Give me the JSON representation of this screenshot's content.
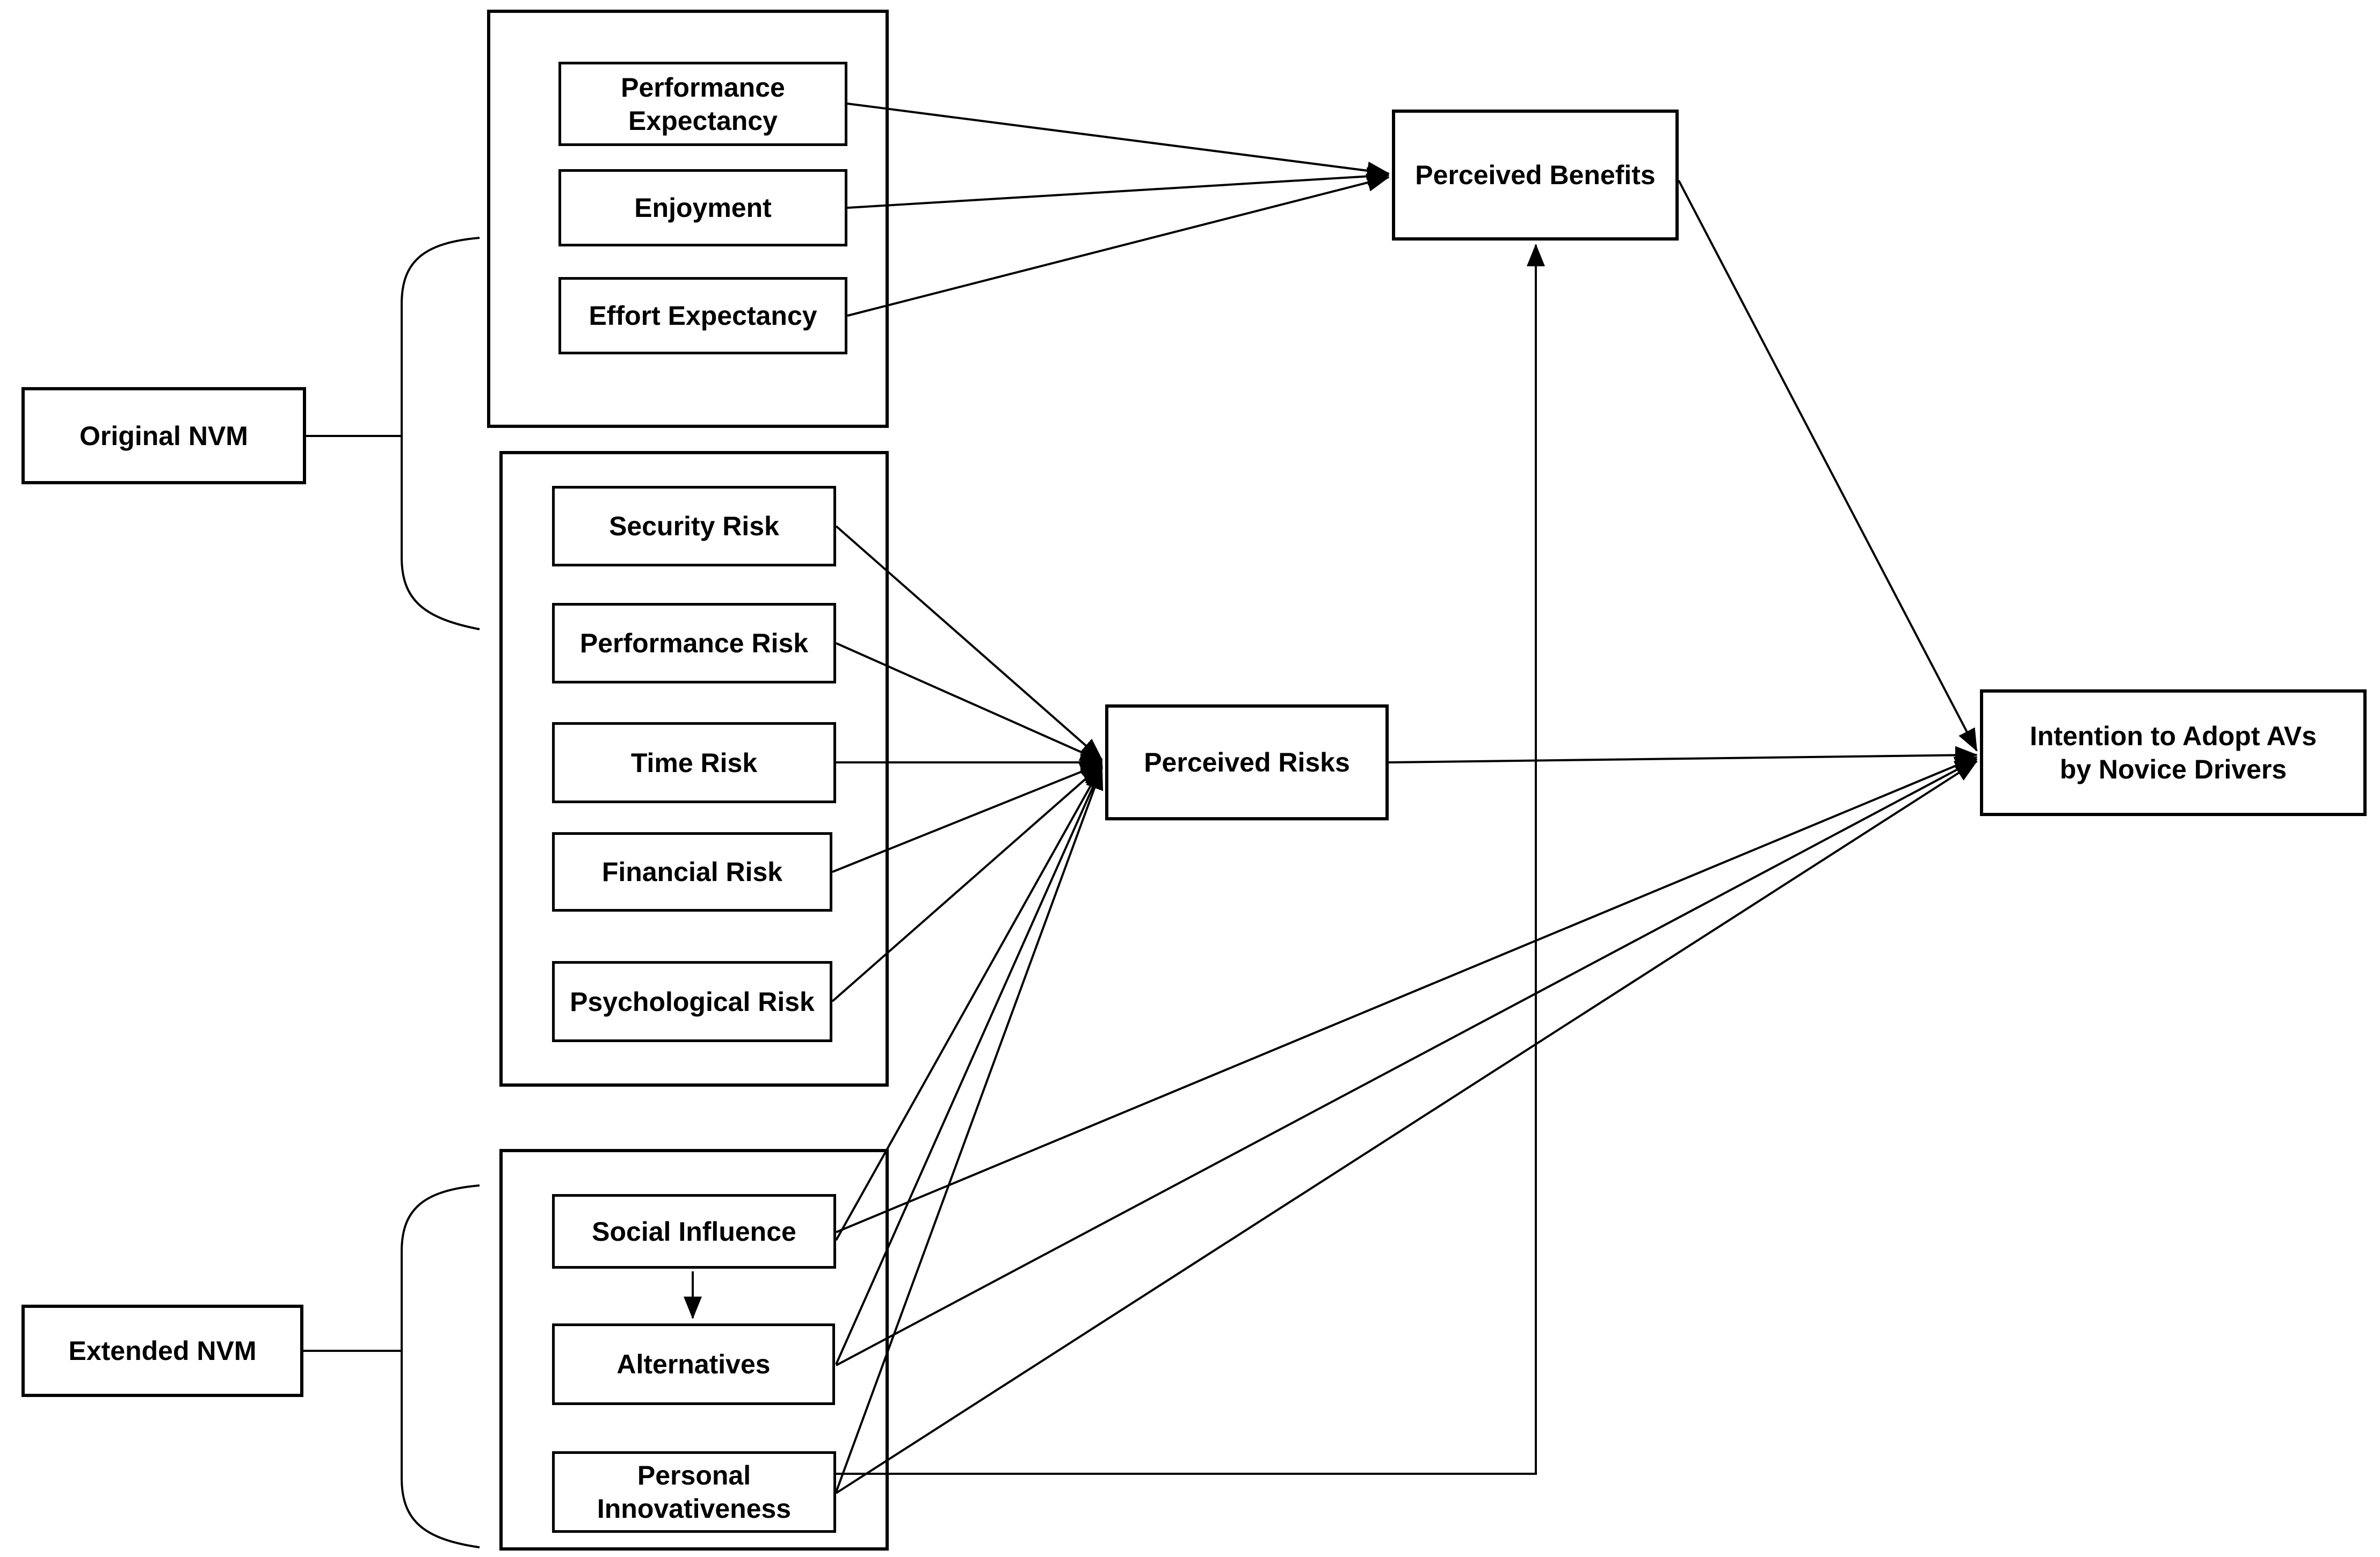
{
  "title": "Conceptual model: Extended Norm Value Model for AV adoption by novice drivers",
  "colors": {
    "line": "#000000",
    "box_border": "#000000",
    "box_fill": "#ffffff",
    "text": "#000000",
    "background": "#ffffff"
  },
  "nodes": {
    "original_nvm": {
      "lines": [
        "Original NVM"
      ]
    },
    "extended_nvm": {
      "lines": [
        "Extended NVM"
      ]
    },
    "performance_expectancy": {
      "lines": [
        "Performance",
        "Expectancy"
      ]
    },
    "enjoyment": {
      "lines": [
        "Enjoyment"
      ]
    },
    "effort_expectancy": {
      "lines": [
        "Effort Expectancy"
      ]
    },
    "security_risk": {
      "lines": [
        "Security Risk"
      ]
    },
    "performance_risk": {
      "lines": [
        "Performance Risk"
      ]
    },
    "time_risk": {
      "lines": [
        "Time Risk"
      ]
    },
    "financial_risk": {
      "lines": [
        "Financial Risk"
      ]
    },
    "psychological_risk": {
      "lines": [
        "Psychological Risk"
      ]
    },
    "social_influence": {
      "lines": [
        "Social Influence"
      ]
    },
    "alternatives": {
      "lines": [
        "Alternatives"
      ]
    },
    "personal_innovativeness": {
      "lines": [
        "Personal",
        "Innovativeness"
      ]
    },
    "perceived_benefits": {
      "lines": [
        "Perceived Benefits"
      ]
    },
    "perceived_risks": {
      "lines": [
        "Perceived Risks"
      ]
    },
    "intention": {
      "lines": [
        "Intention to Adopt AVs",
        "by Novice Drivers"
      ]
    }
  },
  "edges": [
    {
      "from": "Performance Expectancy",
      "to": "Perceived Benefits"
    },
    {
      "from": "Enjoyment",
      "to": "Perceived Benefits"
    },
    {
      "from": "Effort Expectancy",
      "to": "Perceived Benefits"
    },
    {
      "from": "Security Risk",
      "to": "Perceived Risks"
    },
    {
      "from": "Performance Risk",
      "to": "Perceived Risks"
    },
    {
      "from": "Time Risk",
      "to": "Perceived Risks"
    },
    {
      "from": "Financial Risk",
      "to": "Perceived Risks"
    },
    {
      "from": "Psychological Risk",
      "to": "Perceived Risks"
    },
    {
      "from": "Social Influence",
      "to": "Perceived Risks"
    },
    {
      "from": "Alternatives",
      "to": "Perceived Risks"
    },
    {
      "from": "Personal Innovativeness",
      "to": "Perceived Risks"
    },
    {
      "from": "Social Influence",
      "to": "Alternatives"
    },
    {
      "from": "Personal Innovativeness",
      "to": "Perceived Benefits"
    },
    {
      "from": "Perceived Benefits",
      "to": "Intention to Adopt AVs by Novice Drivers"
    },
    {
      "from": "Perceived Risks",
      "to": "Intention to Adopt AVs by Novice Drivers"
    },
    {
      "from": "Social Influence",
      "to": "Intention to Adopt AVs by Novice Drivers"
    },
    {
      "from": "Alternatives",
      "to": "Intention to Adopt AVs by Novice Drivers"
    },
    {
      "from": "Personal Innovativeness",
      "to": "Intention to Adopt AVs by Novice Drivers"
    },
    {
      "from": "Original NVM",
      "to": "benefit factors group + risk factors group (bracket)"
    },
    {
      "from": "Extended NVM",
      "to": "extended factors group (bracket)"
    }
  ]
}
